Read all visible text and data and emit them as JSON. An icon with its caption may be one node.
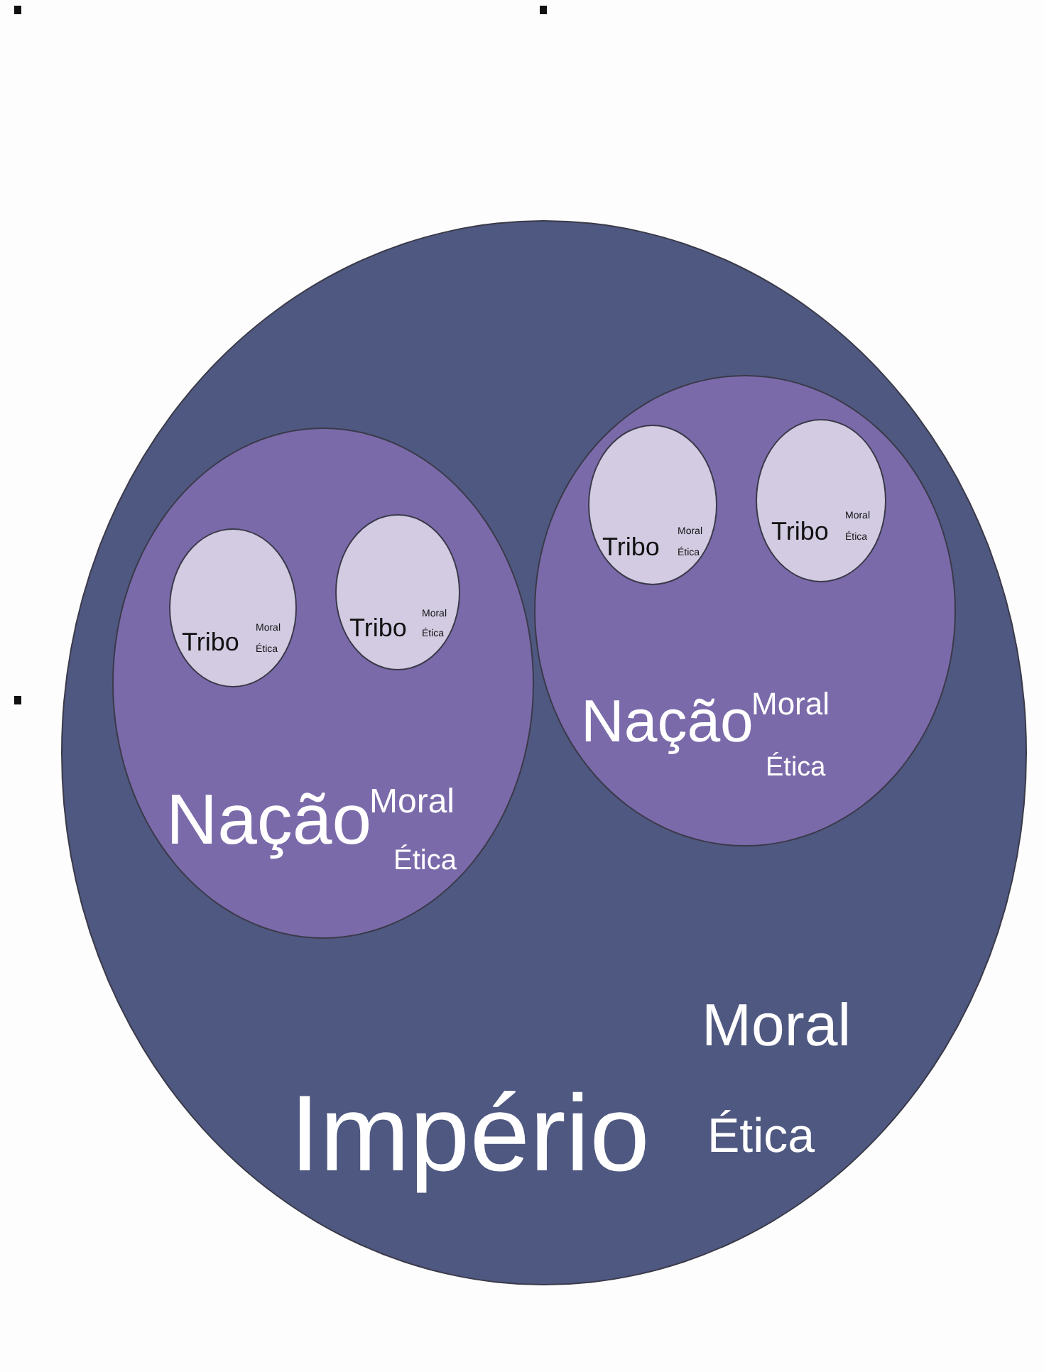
{
  "diagram": {
    "nodes": [
      {
        "text": [
          "Império",
          "Moral",
          "Ética"
        ]
      },
      {
        "text": [
          "Nação",
          "Moral",
          "Ética"
        ],
        "in": 0
      },
      {
        "text": [
          "Tribo",
          "Moral",
          "Ética"
        ],
        "in": 1
      },
      {
        "text": [
          "Tribo",
          "Moral",
          "Ética"
        ],
        "in": 1
      },
      {
        "text": [
          "Nação",
          "Moral",
          "Ética"
        ],
        "in": 0
      },
      {
        "text": [
          "Tribo",
          "Moral",
          "Ética"
        ],
        "in": 4
      },
      {
        "text": [
          "Tribo",
          "Moral",
          "Ética"
        ],
        "in": 4
      }
    ]
  }
}
